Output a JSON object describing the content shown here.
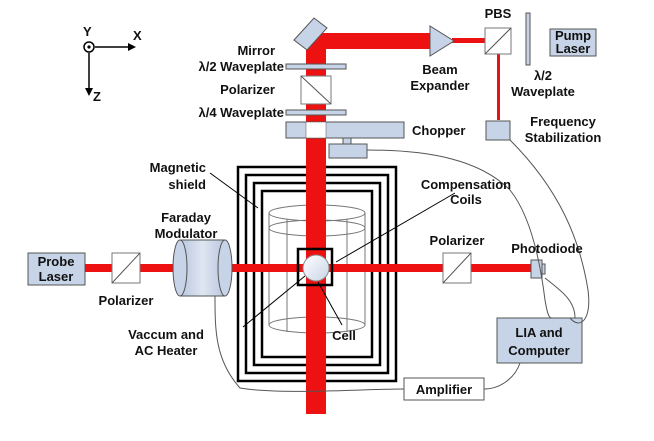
{
  "axes": {
    "y": "Y",
    "x": "X",
    "z": "Z"
  },
  "labels": {
    "mirror": "Mirror",
    "half_waveplate_top": "λ/2 Waveplate",
    "polarizer_top": "Polarizer",
    "quarter_waveplate": "λ/4 Waveplate",
    "chopper": "Chopper",
    "beam_expander_1": "Beam",
    "beam_expander_2": "Expander",
    "pbs": "PBS",
    "pump_laser_1": "Pump",
    "pump_laser_2": "Laser",
    "half_waveplate_right_1": "λ/2",
    "half_waveplate_right_2": "Waveplate",
    "freq_stab_1": "Frequency",
    "freq_stab_2": "Stabilization",
    "magnetic_shield_1": "Magnetic",
    "magnetic_shield_2": "shield",
    "compensation_1": "Compensation",
    "compensation_2": "Coils",
    "faraday_1": "Faraday",
    "faraday_2": "Modulator",
    "probe_laser_1": "Probe",
    "probe_laser_2": "Laser",
    "polarizer_left": "Polarizer",
    "polarizer_right": "Polarizer",
    "photodiode": "Photodiode",
    "vacuum_1": "Vaccum and",
    "vacuum_2": "AC Heater",
    "cell": "Cell",
    "lia_1": "LIA and",
    "lia_2": "Computer",
    "amplifier": "Amplifier"
  },
  "colors": {
    "beam": "#ee1111",
    "component_fill": "#c7d3e6",
    "component_stroke": "#555555",
    "shield": "#000000"
  }
}
